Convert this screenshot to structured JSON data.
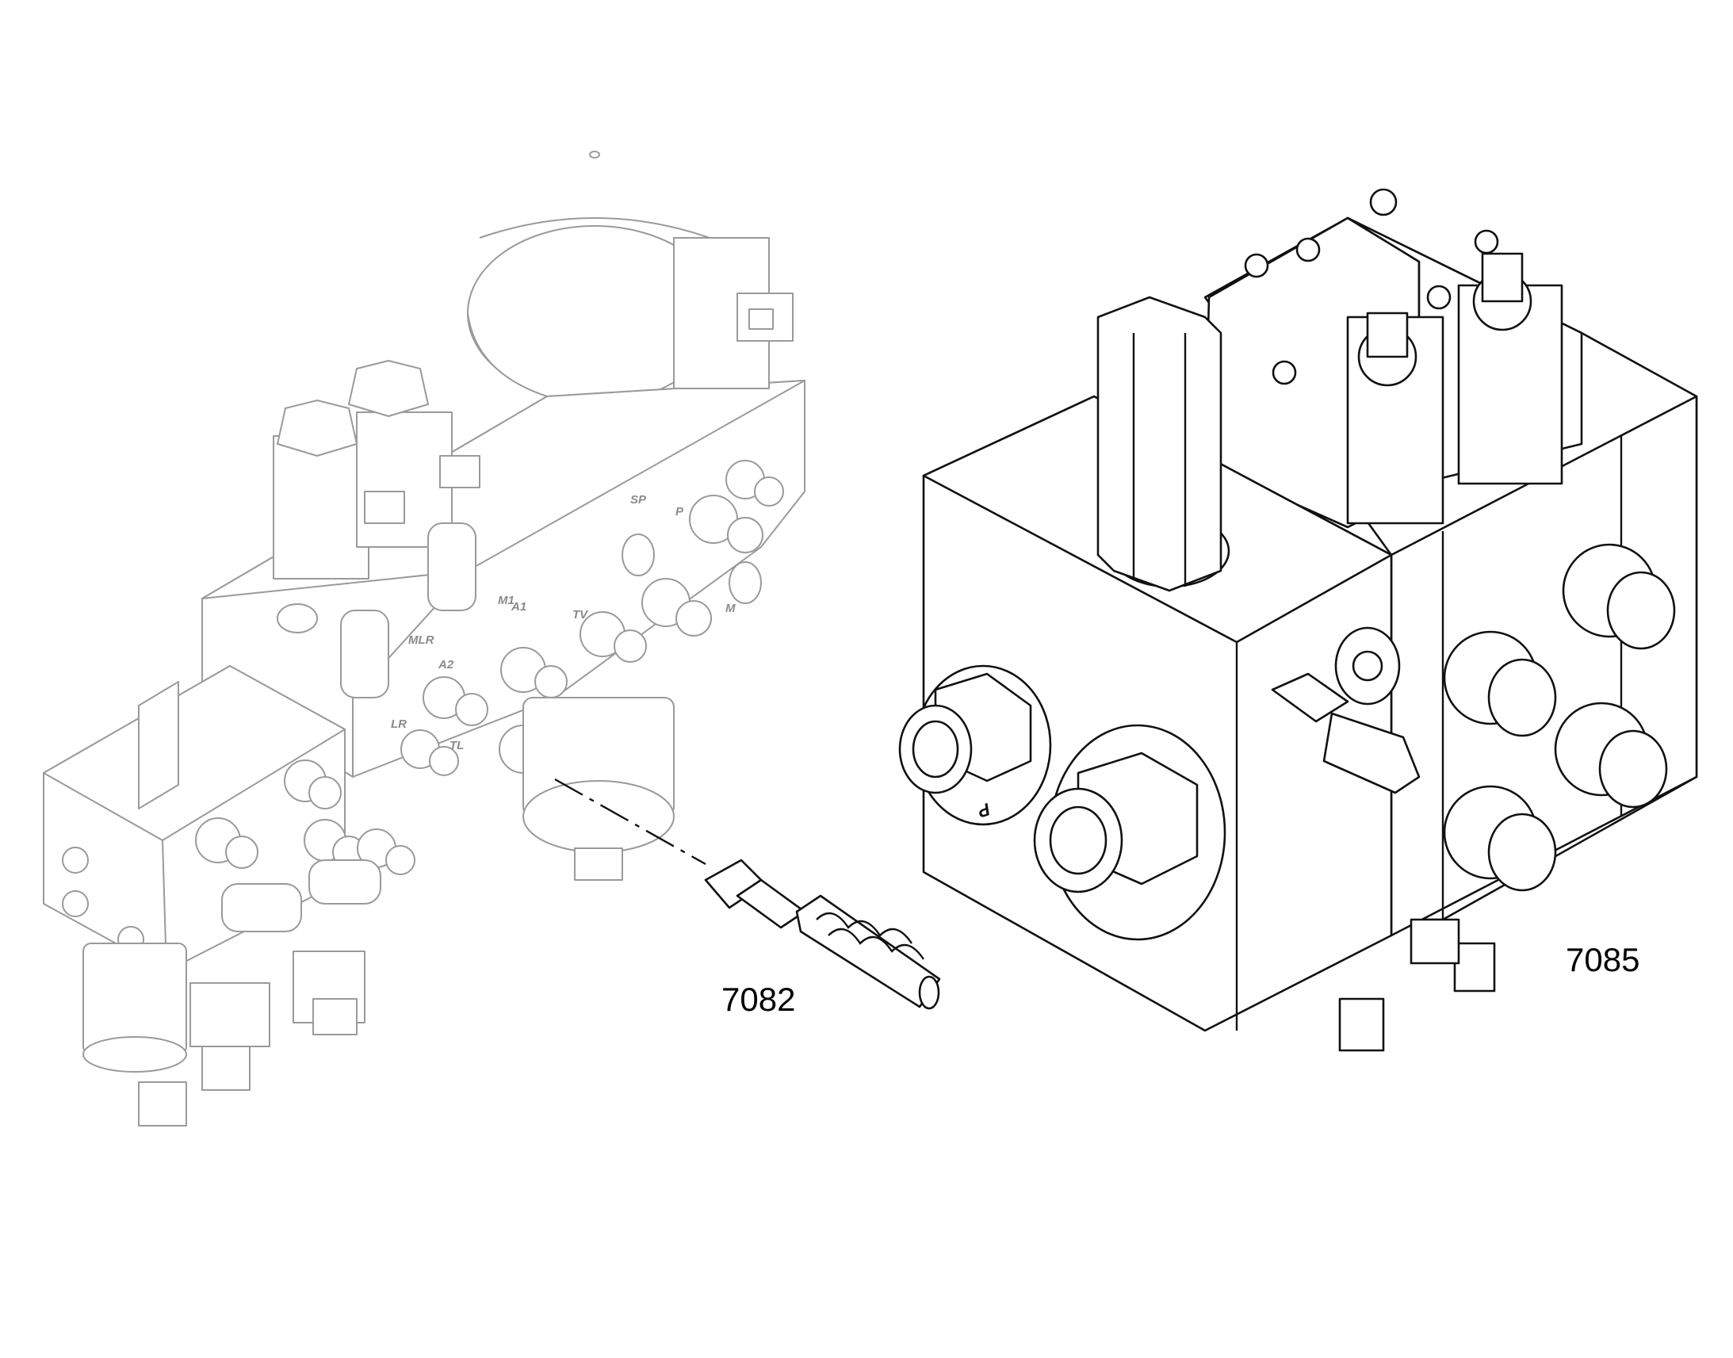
{
  "callouts": {
    "hose_part_number": "7082",
    "valve_block_part_number": "7085"
  },
  "port_labels_background": {
    "sp": "SP",
    "p": "P",
    "m1": "M1",
    "mlr": "MLR",
    "a1": "A1",
    "tv": "TV",
    "a2": "A2",
    "lr": "LR",
    "tl": "TL",
    "m": "M"
  },
  "port_labels_main": {
    "p": "P"
  }
}
